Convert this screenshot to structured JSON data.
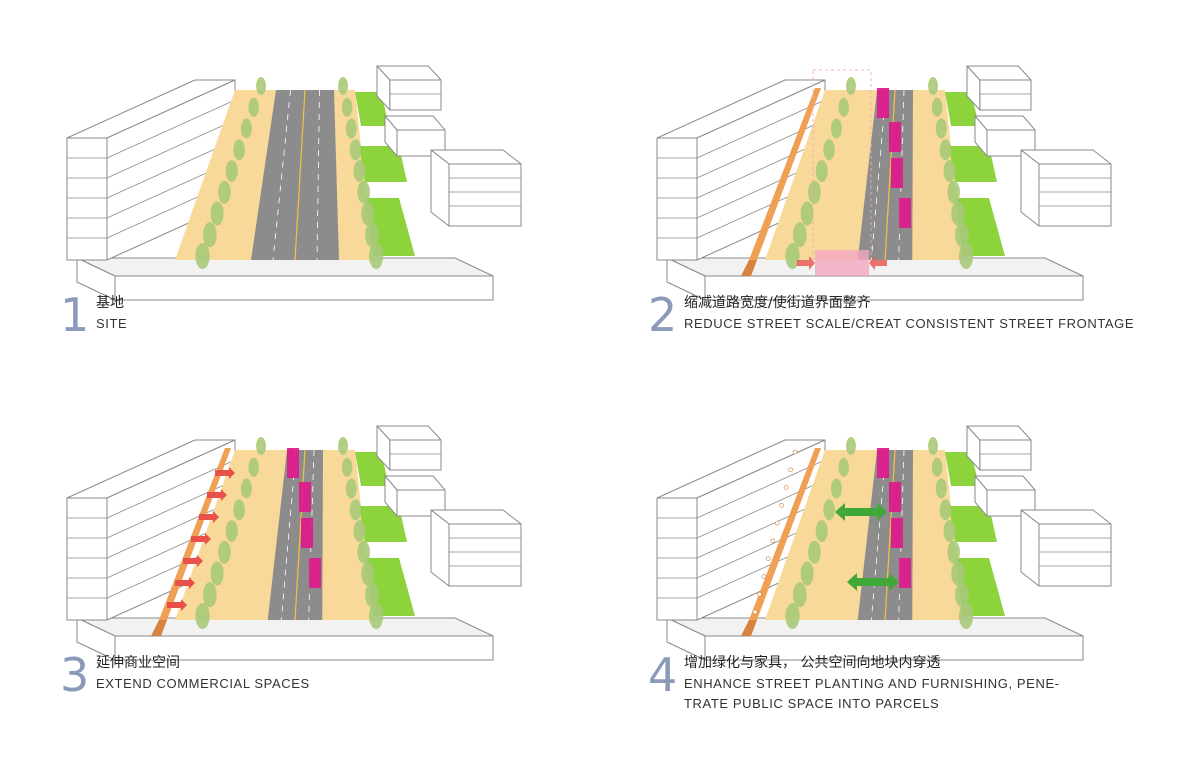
{
  "colors": {
    "building_fill": "#ffffff",
    "building_stroke": "#8a8a8a",
    "road": "#8c8c8c",
    "sidewalk": "#f9d99a",
    "lawn": "#8cd33c",
    "tree": "#a9c97a",
    "commercial_orange": "#f0a055",
    "kiosk_magenta": "#e0198c",
    "arrow_red": "#e8504a",
    "arrow_green": "#3fa838",
    "frame_pink": "#f3a7bf",
    "caption_number": "#8a9ab8"
  },
  "steps": [
    {
      "number": "1",
      "title_cn": "基地",
      "title_en": [
        "SITE"
      ]
    },
    {
      "number": "2",
      "title_cn": "缩减道路宽度/使街道界面整齐",
      "title_en": [
        "REDUCE STREET SCALE/CREAT CONSISTENT STREET FRONTAGE"
      ]
    },
    {
      "number": "3",
      "title_cn": "延伸商业空间",
      "title_en": [
        "EXTEND COMMERCIAL SPACES"
      ]
    },
    {
      "number": "4",
      "title_cn": "增加绿化与家具， 公共空间向地块内穿透",
      "title_en": [
        "ENHANCE STREET PLANTING AND FURNISHING, PENE-",
        "TRATE PUBLIC SPACE INTO PARCELS"
      ]
    }
  ]
}
